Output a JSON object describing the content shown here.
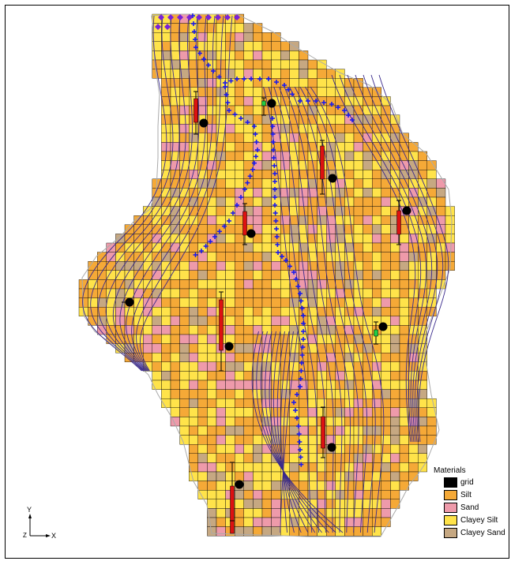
{
  "legend": {
    "title": "Materials",
    "items": [
      {
        "label": "grid",
        "color": "#000000"
      },
      {
        "label": "Silt",
        "color": "#F5A937"
      },
      {
        "label": "Sand",
        "color": "#EE9AAA"
      },
      {
        "label": "Clayey Silt",
        "color": "#FFE34A"
      },
      {
        "label": "Clayey Sand",
        "color": "#C6A882"
      }
    ]
  },
  "axis": {
    "y_label": "Y",
    "z_label": "Z",
    "x_label": "X"
  },
  "colors": {
    "contour": "#3a2a8c",
    "drain": "#1a1aee",
    "head_marker": "#7a22d8",
    "well": "#000000",
    "screen": "#dd1111",
    "screen_green": "#22cc44",
    "boundary": "#aaaaaa"
  }
}
